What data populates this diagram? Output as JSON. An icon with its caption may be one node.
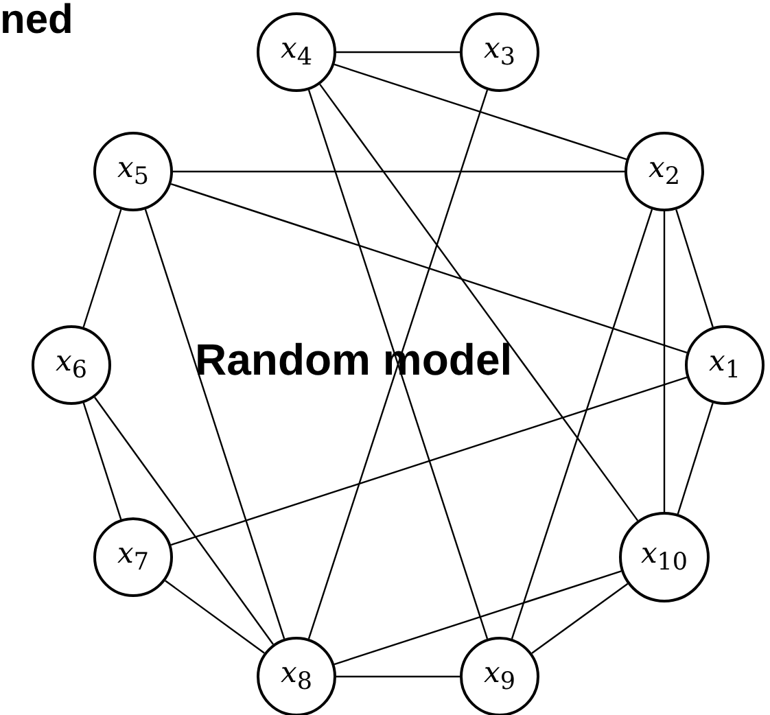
{
  "diagram": {
    "nodes": [
      {
        "text": [
          "*x*$_{1}$"
        ]
      },
      {
        "text": [
          "*x*$_{2}$"
        ]
      },
      {
        "text": [
          "*x*$_{3}$"
        ]
      },
      {
        "text": [
          "*x*$_{4}$"
        ]
      },
      {
        "text": [
          "*x*$_{5}$"
        ]
      },
      {
        "text": [
          "*x*$_{6}$"
        ]
      },
      {
        "text": [
          "*x*$_{7}$"
        ]
      },
      {
        "text": [
          "*x*$_{8}$"
        ]
      },
      {
        "text": [
          "*x*$_{9}$"
        ]
      },
      {
        "text": [
          "*x*$_{10}$"
        ]
      }
    ],
    "edges": [
      {
        "from": 3,
        "to": 2,
        "arrow": "none"
      },
      {
        "from": 3,
        "to": 1,
        "arrow": "none"
      },
      {
        "from": 3,
        "to": 8,
        "arrow": "none"
      },
      {
        "from": 3,
        "to": 9,
        "arrow": "none"
      },
      {
        "from": 2,
        "to": 7,
        "arrow": "none"
      },
      {
        "from": 4,
        "to": 1,
        "arrow": "none"
      },
      {
        "from": 4,
        "to": 0,
        "arrow": "none"
      },
      {
        "from": 4,
        "to": 5,
        "arrow": "none"
      },
      {
        "from": 4,
        "to": 7,
        "arrow": "none"
      },
      {
        "from": 1,
        "to": 8,
        "arrow": "none"
      },
      {
        "from": 1,
        "to": 9,
        "arrow": "none"
      },
      {
        "from": 1,
        "to": 0,
        "arrow": "none"
      },
      {
        "from": 5,
        "to": 6,
        "arrow": "none"
      },
      {
        "from": 5,
        "to": 7,
        "arrow": "none"
      },
      {
        "from": 0,
        "to": 6,
        "arrow": "none"
      },
      {
        "from": 0,
        "to": 9,
        "arrow": "none"
      },
      {
        "from": 6,
        "to": 7,
        "arrow": "none"
      },
      {
        "from": 9,
        "to": 7,
        "arrow": "none"
      },
      {
        "from": 9,
        "to": 8,
        "arrow": "none"
      },
      {
        "from": 7,
        "to": 8,
        "arrow": "none"
      }
    ],
    "labels": [
      "ned",
      "Random model"
    ]
  }
}
